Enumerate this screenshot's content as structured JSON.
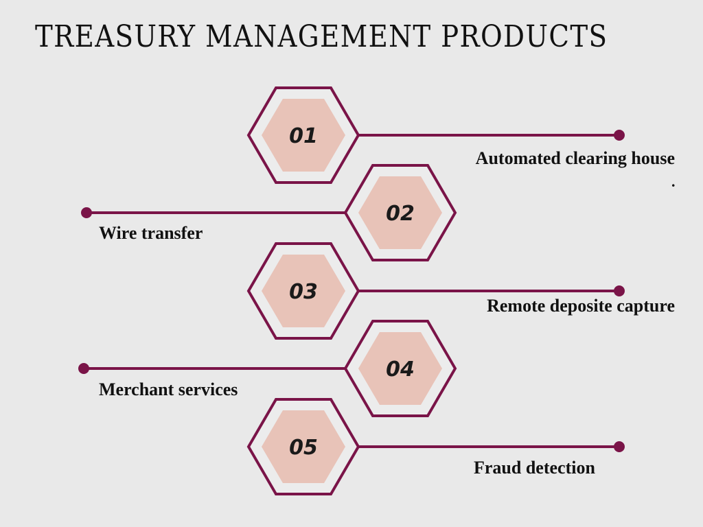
{
  "title": "TREASURY MANAGEMENT PRODUCTS",
  "colors": {
    "outline": "#7a1448",
    "hex_fill": "#e8c3b8",
    "background": "#e9e9e9"
  },
  "items": [
    {
      "number": "01",
      "label": "Automated clearing house",
      "note": "."
    },
    {
      "number": "02",
      "label": "Wire transfer"
    },
    {
      "number": "03",
      "label": "Remote deposite capture"
    },
    {
      "number": "04",
      "label": "Merchant services"
    },
    {
      "number": "05",
      "label": "Fraud detection"
    }
  ]
}
